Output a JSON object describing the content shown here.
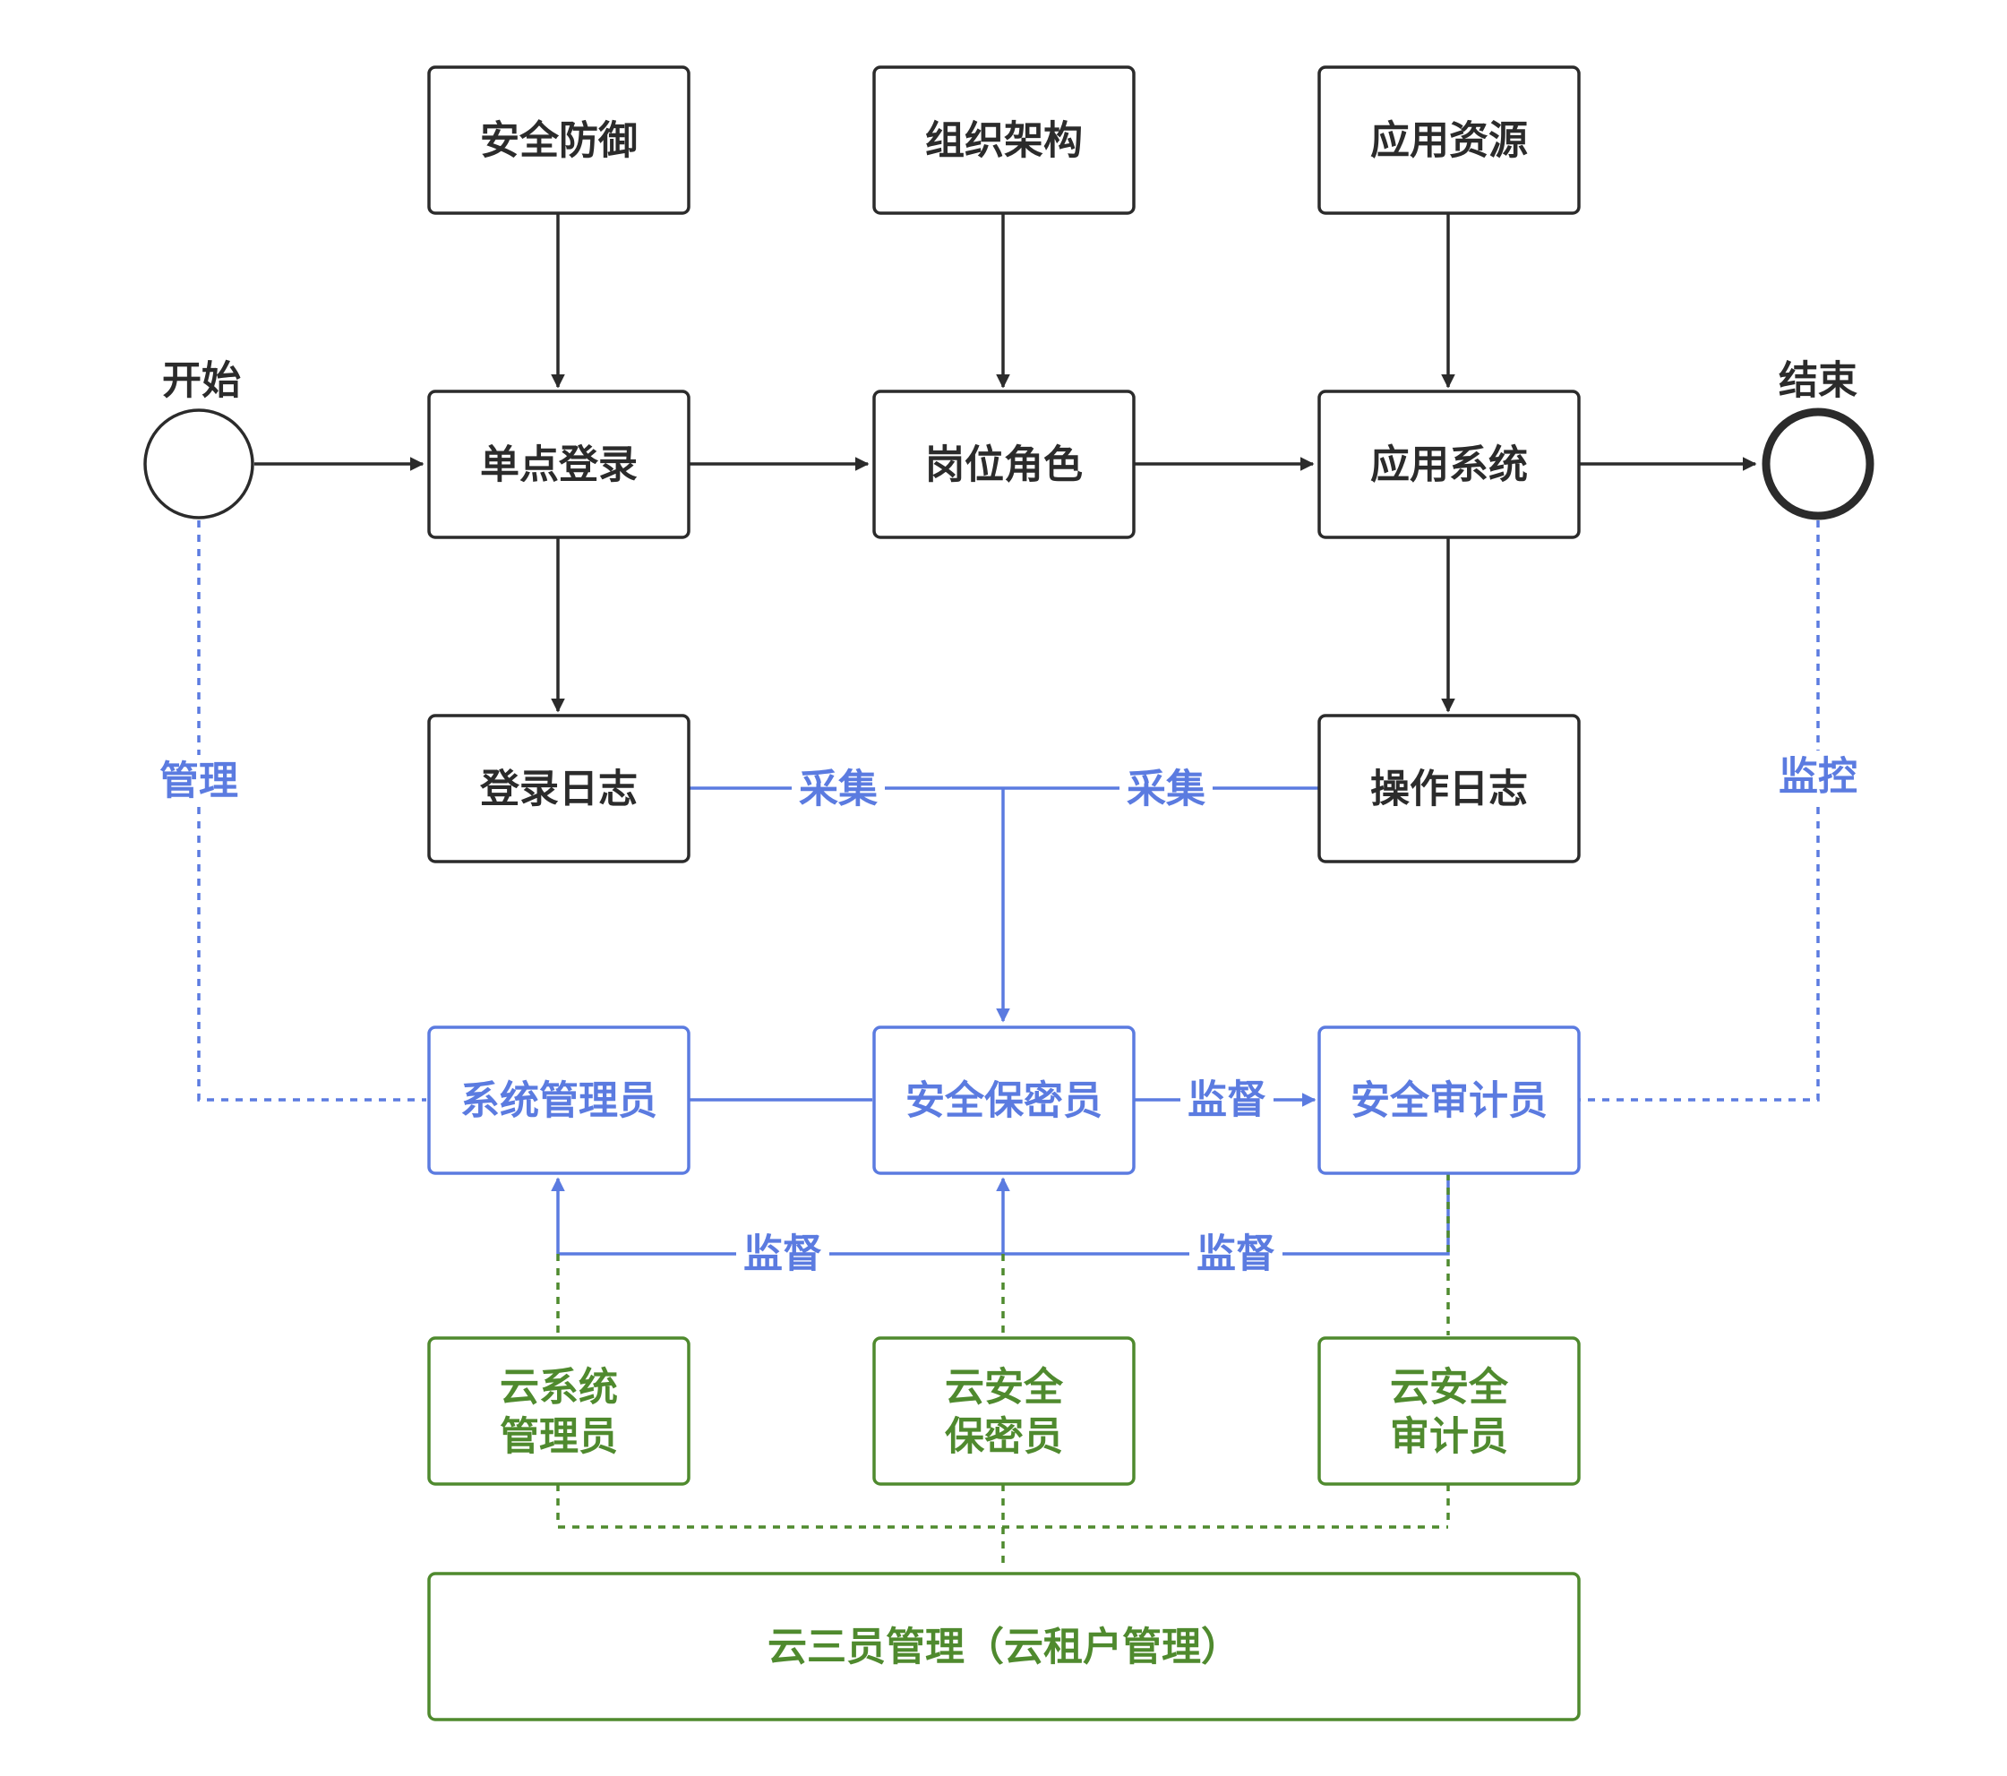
{
  "start": {
    "label": "开始"
  },
  "end": {
    "label": "结束"
  },
  "nodes": {
    "security_defense": "安全防御",
    "org_structure": "组织架构",
    "app_resources": "应用资源",
    "sso": "单点登录",
    "post_role": "岗位角色",
    "app_system": "应用系统",
    "login_log": "登录日志",
    "operation_log": "操作日志",
    "sys_admin": "系统管理员",
    "security_officer": "安全保密员",
    "security_auditor": "安全审计员",
    "cloud_sys_admin": [
      "云系统",
      "管理员"
    ],
    "cloud_security_officer": [
      "云安全",
      "保密员"
    ],
    "cloud_security_auditor": [
      "云安全",
      "审计员"
    ],
    "cloud_three_admin": "云三员管理（云租户管理）"
  },
  "edge_labels": {
    "manage": "管理",
    "monitor": "监控",
    "collect_left": "采集",
    "collect_right": "采集",
    "supervise_mid": "监督",
    "supervise_left": "监督",
    "supervise_right": "监督"
  },
  "colors": {
    "dark": "#2b2b2b",
    "blue": "#5b7be0",
    "green": "#4f8a2e"
  }
}
